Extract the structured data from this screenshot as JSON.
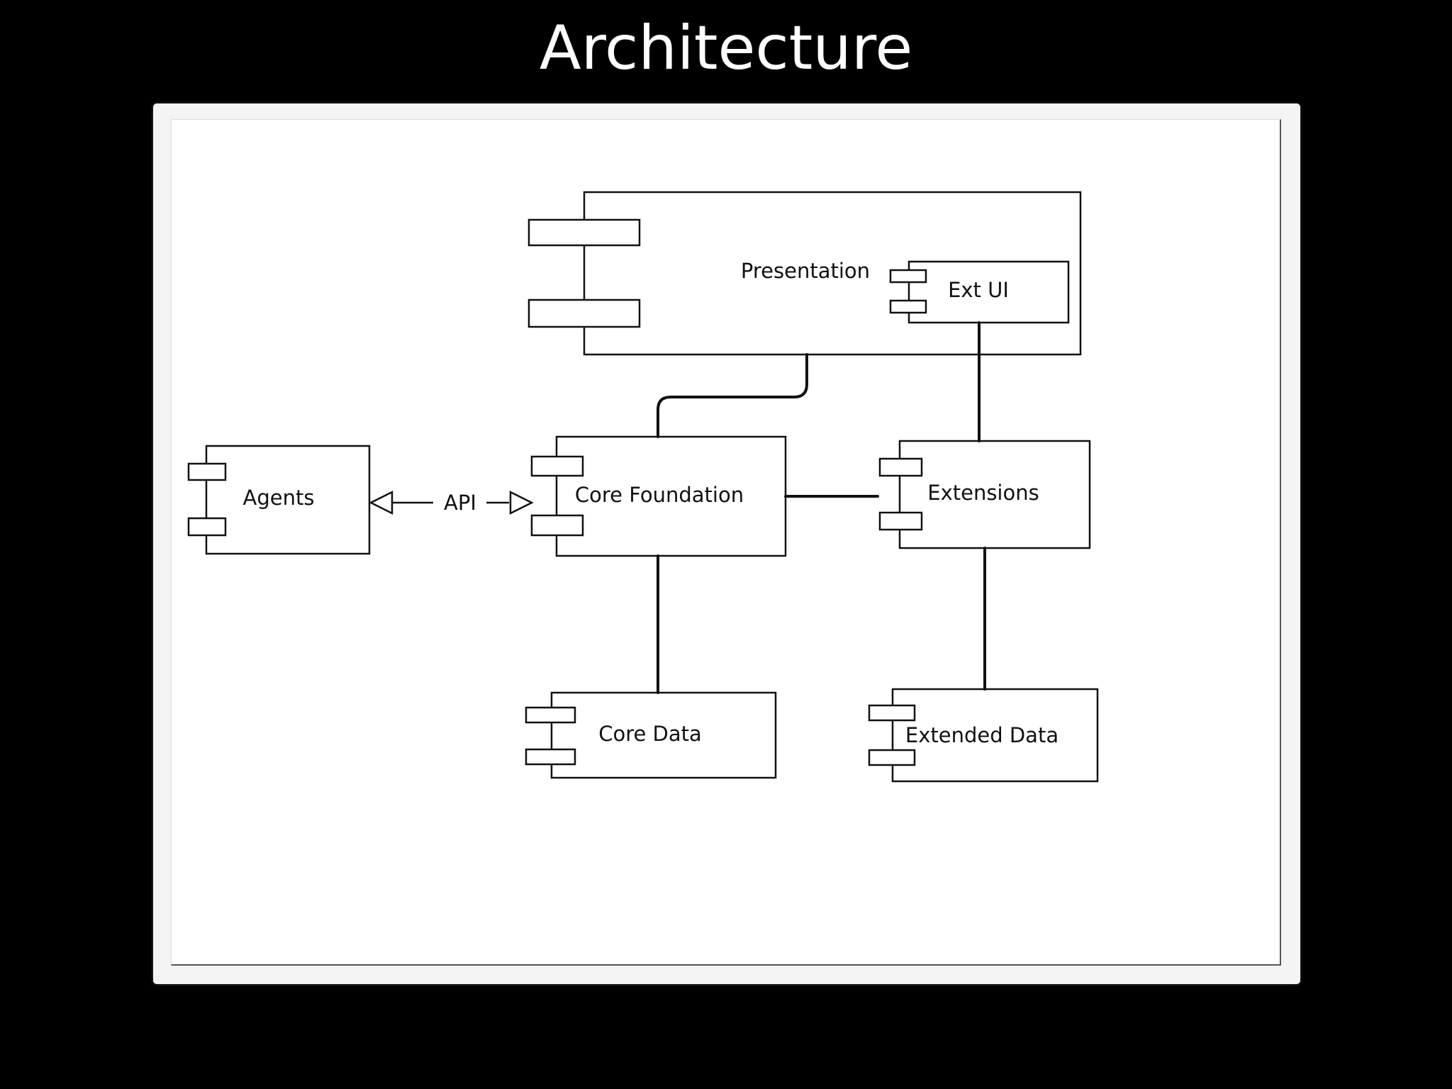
{
  "slide": {
    "title": "Architecture"
  },
  "diagram": {
    "components": {
      "presentation": "Presentation",
      "ext_ui": "Ext UI",
      "agents": "Agents",
      "core_foundation": "Core Foundation",
      "extensions": "Extensions",
      "core_data": "Core Data",
      "extended_data": "Extended Data"
    },
    "connector_labels": {
      "api": "API"
    }
  },
  "colors": {
    "background": "#000000",
    "title": "#ffffff",
    "canvas": "#ffffff",
    "stroke": "#111111"
  }
}
